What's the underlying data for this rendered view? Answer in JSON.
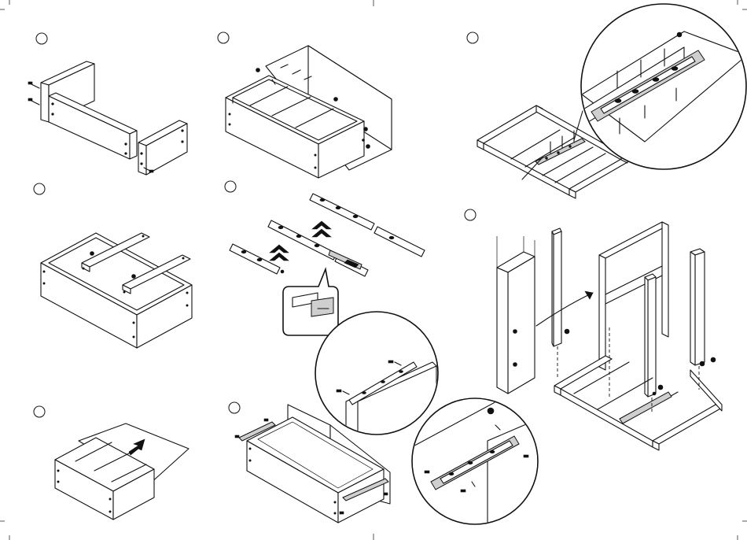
{
  "sheet": {
    "steps": [
      {
        "id": "step-1"
      },
      {
        "id": "step-2"
      },
      {
        "id": "step-3"
      },
      {
        "id": "step-4"
      },
      {
        "id": "step-5"
      },
      {
        "id": "step-6"
      },
      {
        "id": "step-7"
      },
      {
        "id": "step-8"
      }
    ]
  }
}
